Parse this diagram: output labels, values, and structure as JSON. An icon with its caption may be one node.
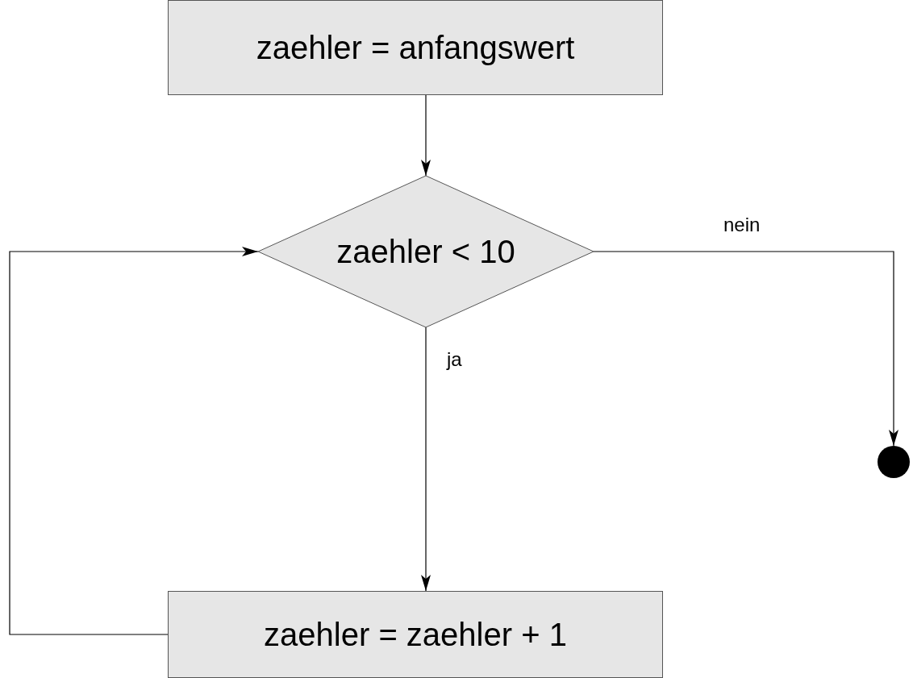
{
  "diagram": {
    "nodes": [
      {
        "text": [
          "zaehler = anfangswert"
        ]
      },
      {
        "text": [
          "zaehler < 10"
        ]
      },
      {
        "text": [
          "zaehler = zaehler + 1"
        ]
      },
      {
        "text": [],
        "shape": "circle"
      }
    ],
    "edges": [
      {
        "from": 0,
        "to": 1,
        "arrow": "to"
      },
      {
        "from": 1,
        "to": 2,
        "arrow": "to",
        "label": "ja"
      },
      {
        "from": 1,
        "to": 3,
        "arrow": "to",
        "label": "nein"
      },
      {
        "from": 2,
        "to": 1,
        "arrow": "to"
      }
    ]
  }
}
